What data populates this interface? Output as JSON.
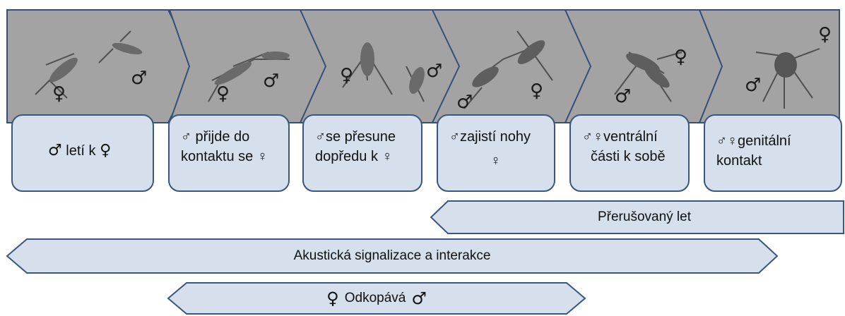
{
  "frames": [
    {
      "id": "frame-1",
      "symbols": [
        "♂",
        "♀"
      ]
    },
    {
      "id": "frame-2",
      "symbols": [
        "♂",
        "♀"
      ]
    },
    {
      "id": "frame-3",
      "symbols": [
        "♀",
        "♂"
      ]
    },
    {
      "id": "frame-4",
      "symbols": [
        "♀",
        "♂"
      ]
    },
    {
      "id": "frame-5",
      "symbols": [
        "♀",
        "♂"
      ]
    },
    {
      "id": "frame-6",
      "symbols": [
        "♀",
        "♂"
      ]
    }
  ],
  "captions": {
    "c1": {
      "m": "♂",
      "text": " letí k ",
      "f": "♀"
    },
    "c2": {
      "line1": "♂ přijde do",
      "line2": "kontaktu se ♀"
    },
    "c3": {
      "line1": "♂se přesune",
      "line2": "dopředu k ♀"
    },
    "c4": {
      "line1": "♂zajistí nohy",
      "line2": "♀"
    },
    "c5": {
      "line1": "♂♀ventrální",
      "line2": "části k sobě"
    },
    "c6": {
      "line1": "♂♀genitální",
      "line2": "kontakt"
    }
  },
  "arrows": {
    "interrupted_flight": "Přerušovaný let",
    "acoustic": "Akustická signalizace a interakce",
    "kick": {
      "female": "♀",
      "text": "Odkopává",
      "male": "♂"
    }
  },
  "colors": {
    "box_fill": "#d6dfec",
    "box_stroke": "#3a567c",
    "frame_fill": "#a3a3a3",
    "frame_stroke": "#344f78"
  }
}
